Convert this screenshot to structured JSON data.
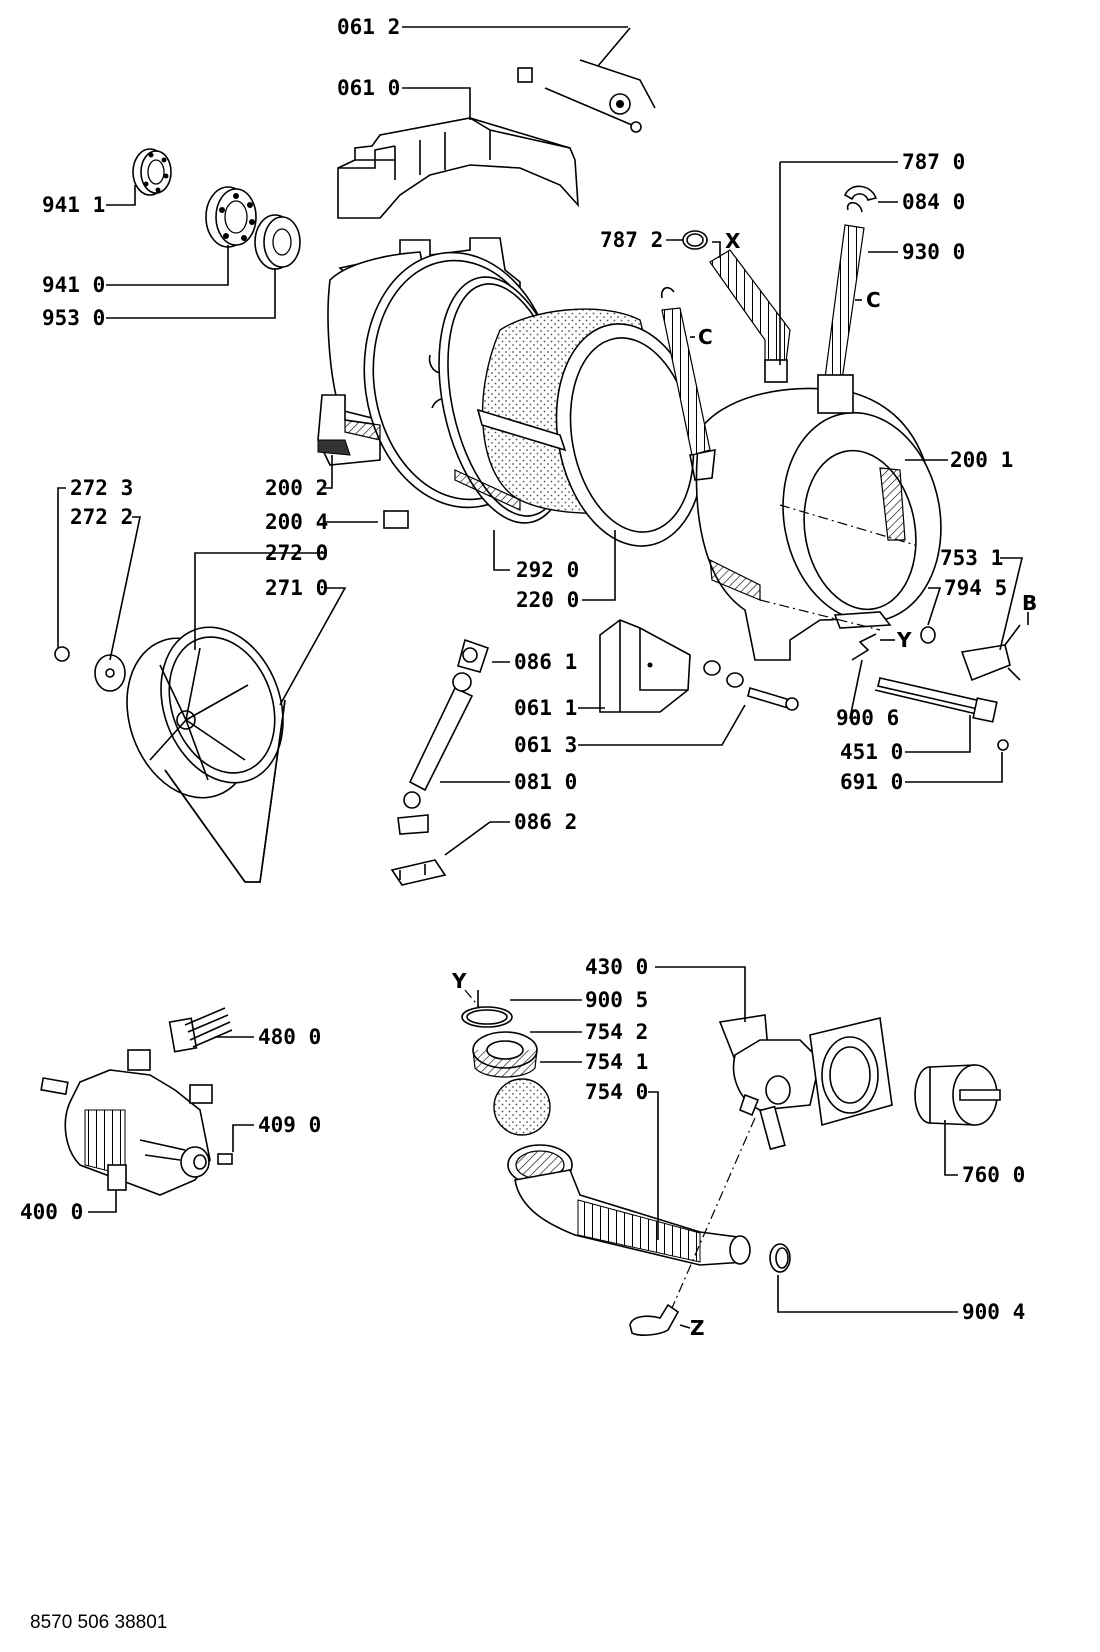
{
  "document_ref": "8570 506 38801",
  "labels": {
    "p0612": "061 2",
    "p0610": "061 0",
    "p9411": "941 1",
    "p9410": "941 0",
    "p9530": "953 0",
    "p7870": "787 0",
    "p0840": "084 0",
    "p7872": "787 2",
    "p9300": "930 0",
    "p2002": "200 2",
    "p2004": "200 4",
    "p2001": "200 1",
    "p2723": "272 3",
    "p2722": "272 2",
    "p2720": "272 0",
    "p2710": "271 0",
    "p2920": "292 0",
    "p2200": "220 0",
    "p7531": "753 1",
    "p7945": "794 5",
    "p0861": "086 1",
    "p0611": "061 1",
    "p0613": "061 3",
    "p0810": "081 0",
    "p0862": "086 2",
    "p9006": "900 6",
    "p4510": "451 0",
    "p6910": "691 0",
    "p4300": "430 0",
    "p9005": "900 5",
    "p7542": "754 2",
    "p7541": "754 1",
    "p7540": "754 0",
    "p4800": "480 0",
    "p4090": "409 0",
    "p4000": "400 0",
    "p7600": "760 0",
    "p9004": "900 4"
  },
  "letters": {
    "x": "X",
    "c1": "C",
    "c2": "C",
    "y1": "Y",
    "b": "B",
    "y2": "Y",
    "z": "Z"
  },
  "icons": [
    "bearing-icon",
    "drum-icon",
    "tub-icon",
    "pulley-icon",
    "belt-icon",
    "shock-absorber-icon",
    "heater-icon",
    "motor-icon",
    "pump-icon",
    "hose-icon",
    "filter-icon",
    "spring-icon",
    "clamp-icon"
  ]
}
